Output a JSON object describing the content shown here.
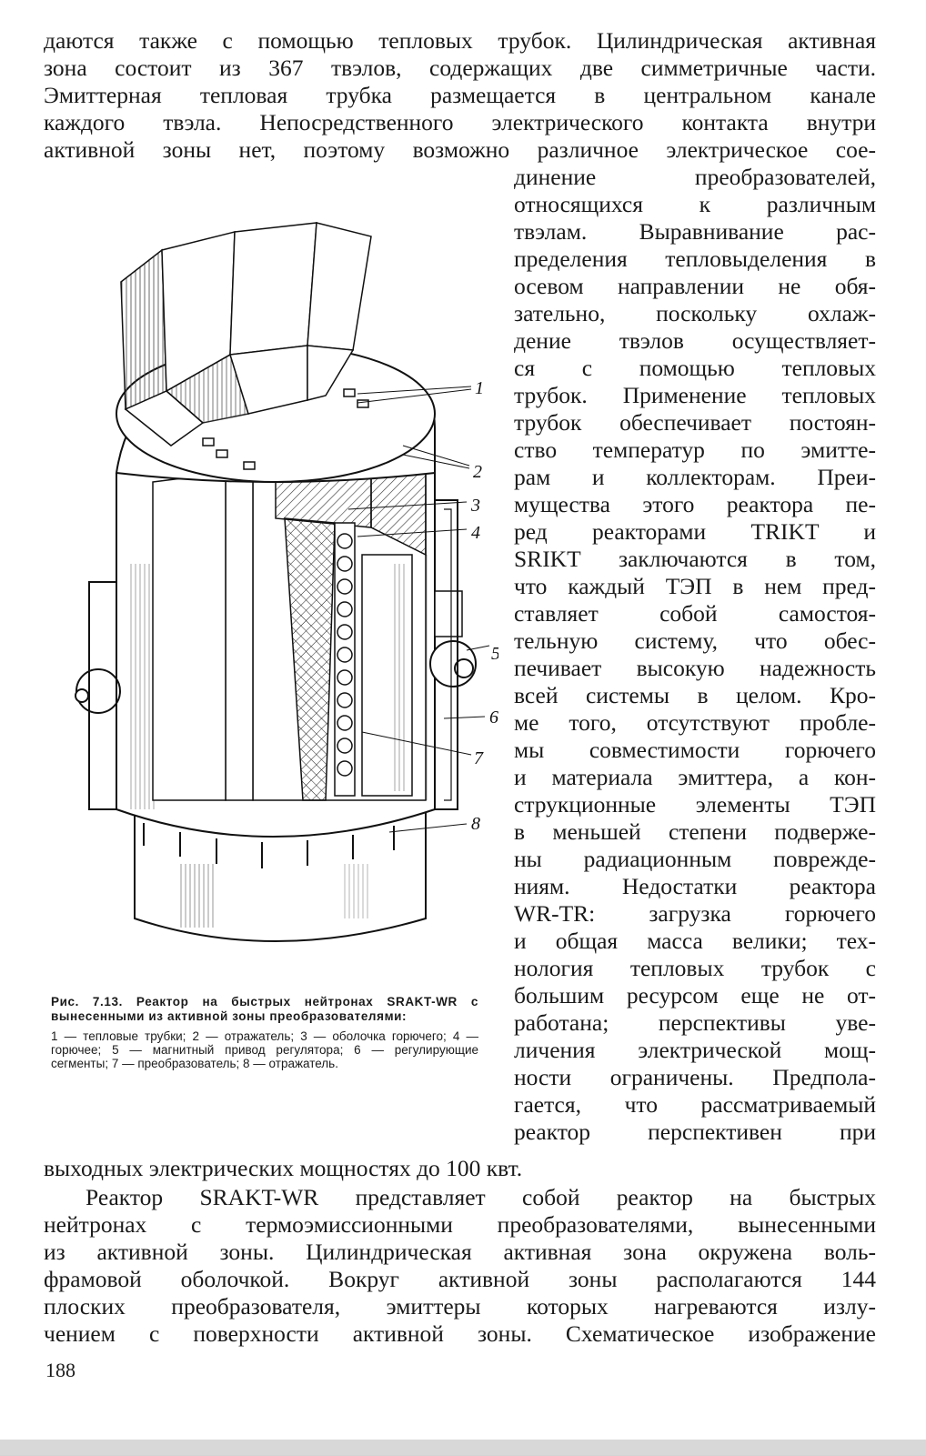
{
  "top_lines": [
    "даются также с помощью тепловых трубок. Цилиндрическая активная",
    "зона состоит из 367 твэлов, содержащих две симметричные части.",
    "Эмиттерная тепловая трубка размещается в центральном канале",
    "каждого твэла. Непосредственного электрического контакта внутри",
    "активной зоны нет, поэтому возможно различное электрическое сое-"
  ],
  "right_lines": [
    "динение преобразователей,",
    "относящихся к различным",
    "твэлам. Выравнивание рас-",
    "пределения тепловыделения в",
    "осевом направлении не обя-",
    "зательно, поскольку охлаж-",
    "дение твэлов осуществляет-",
    "ся с помощью тепловых",
    "трубок. Применение тепловых",
    "трубок обеспечивает постоян-",
    "ство температур по эмитте-",
    "рам и коллекторам. Преи-",
    "мущества этого реактора пе-",
    "ред реакторами TRIKT и",
    "SRIKT заключаются в том,",
    "что каждый ТЭП в нем пред-",
    "ставляет собой самостоя-",
    "тельную систему, что обес-",
    "печивает высокую надежность",
    "всей системы в целом. Кро-",
    "ме того, отсутствуют пробле-",
    "мы совместимости горючего",
    "и материала эмиттера, а кон-",
    "струкционные элементы ТЭП",
    "в меньшей степени подверже-",
    "ны радиационным поврежде-",
    "ниям. Недостатки реактора",
    "WR-TR: загрузка горючего",
    "и общая масса велики; тех-",
    "нология тепловых трубок с",
    "большим ресурсом еще не от-",
    "работана; перспективы уве-",
    "личения электрической мощ-",
    "ности ограничены. Предпола-",
    "гается, что рассматриваемый",
    "реактор перспективен при"
  ],
  "bridge_line": "выходных электрических мощностях до 100 квт.",
  "bottom_lines": [
    "Реактор SRAKT-WR представляет собой реактор на быстрых",
    "нейтронах с термоэмиссионными преобразователями, вынесенными",
    "из активной зоны. Цилиндрическая активная зона окружена воль-",
    "фрамовой оболочкой. Вокруг активной зоны располагаются 144",
    "плоских преобразователя, эмиттеры которых нагреваются излу-",
    "чением с поверхности активной зоны. Схематическое изображение"
  ],
  "figure": {
    "labels": [
      "1",
      "2",
      "3",
      "4",
      "5",
      "6",
      "7",
      "8"
    ],
    "caption_title": "Рис. 7.13. Реактор на быстрых нейтронах SRAKT-WR с вынесенными из активной зоны преобразователями:",
    "caption_legend": "1 — тепловые трубки; 2 — отражатель; 3 — оболочка горючего; 4 — горючее; 5 — магнитный привод регулятора; 6 — регулирующие сегменты; 7 — преобразователь; 8 — отражатель."
  },
  "page_number": "188"
}
